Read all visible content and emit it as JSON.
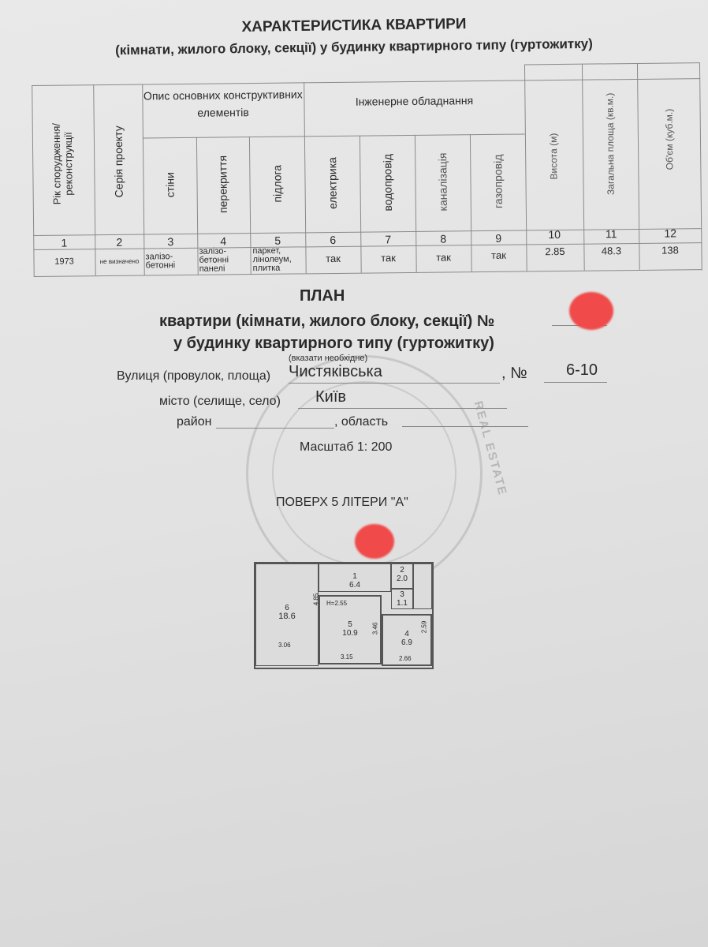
{
  "header": {
    "title": "ХАРАКТЕРИСТИКА КВАРТИРИ",
    "subtitle": "(кімнати, жилого блоку, секції) у будинку квартирного типу (гуртожитку)"
  },
  "table": {
    "group_headers": {
      "construction": "Опис основних конструктивних елементів",
      "engineering": "Інженерне обладнання"
    },
    "columns": [
      "Рік спорудження/ реконструкції",
      "Серія проекту",
      "стіни",
      "перекриття",
      "підлога",
      "електрика",
      "водопровід",
      "каналізація",
      "газопровід",
      "Висота (м)",
      "Загальна площа (кв.м.)",
      "Об'єм (куб.м.)"
    ],
    "numbers": [
      "1",
      "2",
      "3",
      "4",
      "5",
      "6",
      "7",
      "8",
      "9",
      "10",
      "11",
      "12"
    ],
    "values": [
      "1973",
      "не визначено",
      "залізо-бетонні",
      "залізо-бетонні панелі",
      "паркет, лінолеум, плитка",
      "так",
      "так",
      "так",
      "так",
      "2.85",
      "48.3",
      "138"
    ]
  },
  "plan": {
    "title": "ПЛАН",
    "line1": "квартири (кімнати, жилого блоку, секції) №",
    "line2": "у будинку квартирного типу (гуртожитку)",
    "hint": "(вказати необхідне)",
    "street_label": "Вулиця (провулок, площа)",
    "street_value": "Чистяківська",
    "number_label": ", №",
    "number_value": "6-10",
    "city_label": "місто (селище, село)",
    "city_value": "Київ",
    "district_label": "район",
    "region_label": ", область",
    "scale": "Масштаб 1: 200",
    "floor": "ПОВЕРХ 5 ЛІТЕРИ \"А\""
  },
  "floorplan": {
    "height_label": "H=2.55",
    "rooms": [
      {
        "num": "1",
        "area": "6.4"
      },
      {
        "num": "2",
        "area": "2.0"
      },
      {
        "num": "3",
        "area": "1.1"
      },
      {
        "num": "4",
        "area": "6.9"
      },
      {
        "num": "5",
        "area": "10.9"
      },
      {
        "num": "6",
        "area": "18.6"
      }
    ],
    "dims": [
      "4.85",
      "3.06",
      "3.46",
      "3.15",
      "2.59",
      "2.66"
    ]
  },
  "watermark": {
    "text": "REAL ESTATE"
  },
  "colors": {
    "redaction": "#f04a4a"
  }
}
